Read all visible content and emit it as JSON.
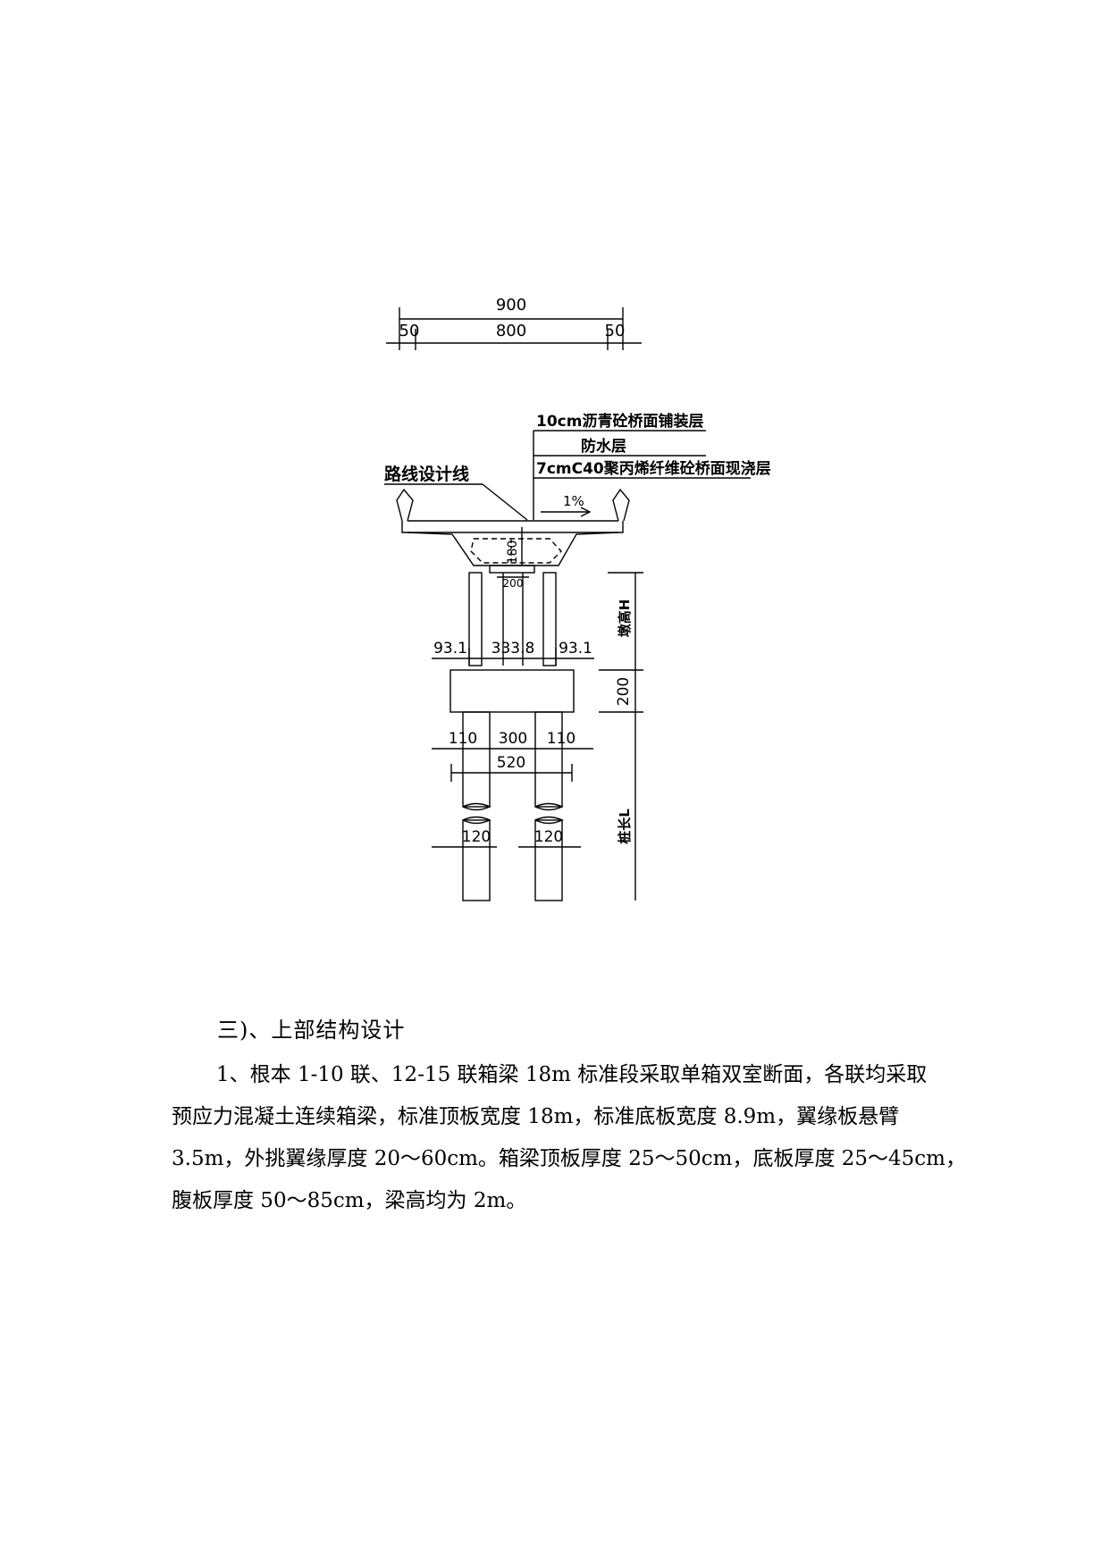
{
  "drawing": {
    "dims_top": {
      "total": "900",
      "left": "50",
      "middle": "800",
      "right": "50"
    },
    "layers": [
      "10cm沥青砼桥面铺装层",
      "防水层",
      "7cmC40聚丙烯纤维砼桥面现浇层"
    ],
    "design_line": "路线设计线",
    "slope": "1%",
    "girder_height": "180",
    "bearing_spacing": "200",
    "pier_dims": {
      "left": "93.1",
      "middle": "333.8",
      "right": "93.1"
    },
    "pier_height_label": "墩高H",
    "cap_height": "200",
    "pile_dims": {
      "left": "110",
      "middle": "300",
      "right": "110",
      "total": "520"
    },
    "pile_diameter": "120",
    "pile_length_label": "桩长L"
  },
  "section": {
    "heading": "三)、上部结构设计",
    "paragraph_lines": [
      "1、根本 1-10 联、12-15 联箱梁 18m 标准段采取单箱双室断面，各联均采取",
      "预应力混凝土连续箱梁，标准顶板宽度 18m，标准底板宽度 8.9m，翼缘板悬臂",
      "3.5m，外挑翼缘厚度 20～60cm。箱梁顶板厚度 25～50cm，底板厚度 25～45cm，",
      "腹板厚度 50～85cm，梁高均为 2m。"
    ]
  }
}
